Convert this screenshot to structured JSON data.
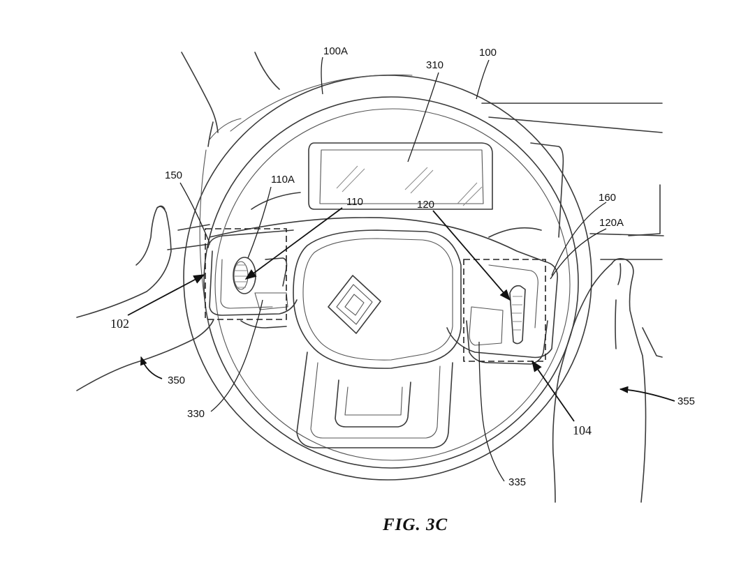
{
  "figure": {
    "caption": "FIG. 3C",
    "labels": {
      "l100A": "100A",
      "l100": "100",
      "l310": "310",
      "l150": "150",
      "l110A": "110A",
      "l110": "110",
      "l120": "120",
      "l160": "160",
      "l120A": "120A",
      "l102": "102",
      "l350": "350",
      "l330": "330",
      "l104": "104",
      "l355": "355",
      "l335": "335"
    }
  }
}
